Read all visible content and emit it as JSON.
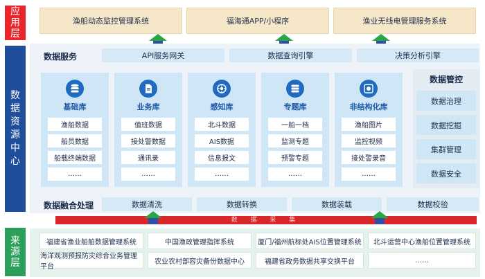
{
  "layers": {
    "application": [
      "应",
      "用",
      "层"
    ],
    "data_center": [
      "数",
      "据",
      "资",
      "源",
      "中",
      "心"
    ],
    "source": [
      "来",
      "源",
      "层"
    ]
  },
  "colors": {
    "application_side": "#e8262b",
    "data_center_side": "#1f4e9a",
    "source_side": "#2ca05a",
    "arrow_green": "#29a745",
    "collect_bar": "#d8262b"
  },
  "applications": [
    "渔船动态监控管理系统",
    "福海通APP/小程序",
    "渔业无线电管理服务系统"
  ],
  "data_services": {
    "title": "数据服务",
    "items": [
      "API服务网关",
      "数据查询引擎",
      "决策分析引擎"
    ]
  },
  "libraries": [
    {
      "icon": "database-icon",
      "title": "基础库",
      "items": [
        "渔船数据",
        "船员数据",
        "船载终端数据",
        "……"
      ]
    },
    {
      "icon": "document-icon",
      "title": "业务库",
      "items": [
        "值班数据",
        "接处警数据",
        "通讯录",
        "……"
      ]
    },
    {
      "icon": "sensor-icon",
      "title": "感知库",
      "items": [
        "北斗数据",
        "AIS数据",
        "信息报文",
        "……"
      ]
    },
    {
      "icon": "server-icon",
      "title": "专题库",
      "items": [
        "一船一档",
        "监测专题",
        "预警专题",
        "……"
      ]
    },
    {
      "icon": "media-icon",
      "title": "非结构化库",
      "items": [
        "渔船图片",
        "监控视频",
        "接处警录音",
        "……"
      ]
    }
  ],
  "governance": {
    "title": "数据管控",
    "items": [
      "数据治理",
      "数据挖掘",
      "集群管理",
      "数据安全"
    ]
  },
  "fusion": {
    "title": "数据融合处理",
    "items": [
      "数据清洗",
      "数据转换",
      "数据装载",
      "数据校验"
    ]
  },
  "collection_label": "数 据 采 集",
  "sources": [
    "福建省渔业船舶数据管理系统",
    "中国渔政管理指挥系统",
    "厦门/福州航标处AIS位置管理系统",
    "北斗运营中心渔船位置管理系统",
    "海洋观测预报防灾综合业务管理平台",
    "农业农村部容灾备份数据中心",
    "福建省政务数据共享交换平台",
    "……"
  ]
}
